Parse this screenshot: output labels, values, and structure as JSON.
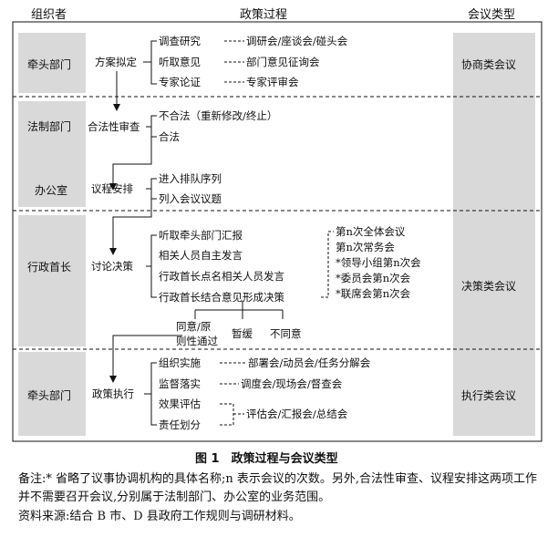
{
  "headers": {
    "org": "组织者",
    "process": "政策过程",
    "type": "会议类型"
  },
  "organizers": {
    "lead1": "牵头部门",
    "legal": "法制部门",
    "office": "办公室",
    "head": "行政首长",
    "lead2": "牵头部门"
  },
  "meeting_types": {
    "consult": "协商类会议",
    "decision": "决策类会议",
    "execution": "执行类会议"
  },
  "stages": {
    "drafting": "方案拟定",
    "legality": "合法性审查",
    "scheduling": "议程安排",
    "discussion": "讨论决策",
    "execution": "政策执行"
  },
  "drafting_items": [
    "调查研究",
    "听取意见",
    "专家论证"
  ],
  "drafting_meetings": [
    "调研会/座谈会/碰头会",
    "部门意见征询会",
    "专家评审会"
  ],
  "legality_items": [
    "不合法（重新修改/终止）",
    "合法"
  ],
  "scheduling_items": [
    "进入排队序列",
    "列入会议议题"
  ],
  "discussion_items": [
    "听取牵头部门汇报",
    "相关人员自主发言",
    "行政首长点名相关人员发言",
    "行政首长结合意见形成决策"
  ],
  "decision_meetings": [
    "第n次全体会议",
    "第n次常务会",
    "*领导小组第n次会",
    "*委员会第n次会",
    "*联席会第n次会"
  ],
  "outcomes": {
    "agree_line1": "同意/原",
    "agree_line2": "则性通过",
    "postpone": "暂缓",
    "disagree": "不同意"
  },
  "execution_items": [
    "组织实施",
    "监督落实",
    "效果评估",
    "责任划分"
  ],
  "execution_meetings": [
    "部署会/动员会/任务分解会",
    "调度会/现场会/督查会",
    "评估会/汇报会/总结会"
  ],
  "caption": "图 1　政策过程与会议类型",
  "notes": [
    "备注:* 省略了议事协调机构的具体名称;n 表示会议的次数。另外,合法性审查、议程安排这两项工作并不需要召开会议,分别属于法制部门、办公室的业务范围。",
    "资料来源:结合 B 市、D 县政府工作规则与调研材料。"
  ]
}
